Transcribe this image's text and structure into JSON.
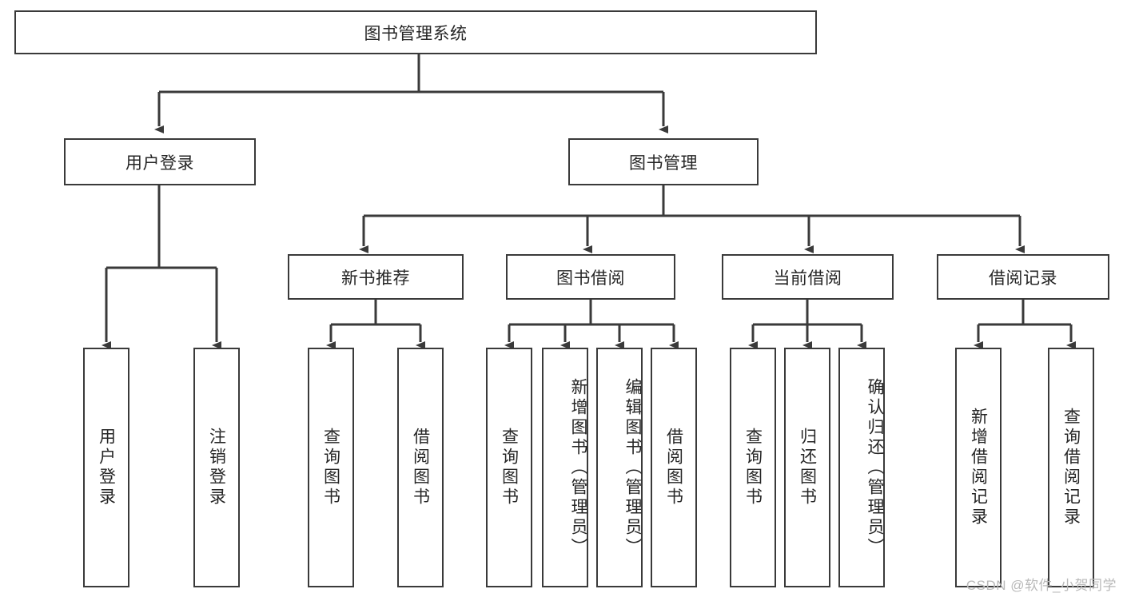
{
  "diagram": {
    "title": "图书管理系统",
    "type": "tree-hierarchy-diagram",
    "colors": {
      "stroke": "#3a3a3a",
      "box_fill": "#ffffff",
      "text": "#262626",
      "watermark": "#b9b9b9",
      "background": "#ffffff"
    },
    "root": {
      "label": "图书管理系统"
    },
    "level2": [
      {
        "label": "用户登录"
      },
      {
        "label": "图书管理"
      }
    ],
    "level3": [
      {
        "label": "新书推荐"
      },
      {
        "label": "图书借阅"
      },
      {
        "label": "当前借阅"
      },
      {
        "label": "借阅记录"
      }
    ],
    "leaves": {
      "user_login": [
        {
          "label": "用户登录"
        },
        {
          "label": "注销登录"
        }
      ],
      "new_book_recommend": [
        {
          "label": "查询图书"
        },
        {
          "label": "借阅图书"
        }
      ],
      "book_borrow": [
        {
          "label": "查询图书"
        },
        {
          "label": "新增图书（管理员）"
        },
        {
          "label": "编辑图书（管理员）"
        },
        {
          "label": "借阅图书"
        }
      ],
      "current_borrow": [
        {
          "label": "查询图书"
        },
        {
          "label": "归还图书"
        },
        {
          "label": "确认归还（管理员）"
        }
      ],
      "borrow_records": [
        {
          "label": "新增借阅记录"
        },
        {
          "label": "查询借阅记录"
        }
      ]
    },
    "watermark": "CSDN @软件_小贺同学"
  }
}
